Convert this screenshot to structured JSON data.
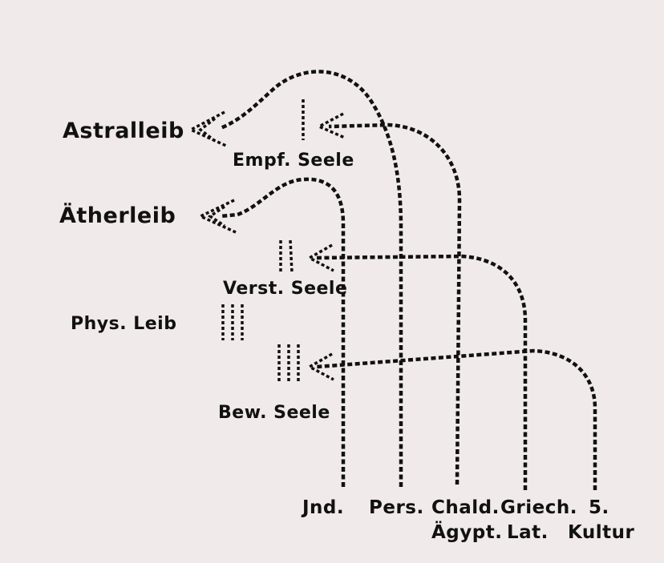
{
  "labels": {
    "astralleib": "Astralleib",
    "atherleib": "Ätherleib",
    "phys_leib": "Phys. Leib",
    "empf_seele": "Empf. Seele",
    "verst_seele": "Verst. Seele",
    "bew_seele": "Bew. Seele"
  },
  "cultures": {
    "ind": "Jnd.",
    "pers": "Pers.",
    "chald": "Chald.",
    "agypt": "Ägypt.",
    "griech": "Griech.",
    "lat": "Lat.",
    "five": "5.",
    "kultur": "Kultur"
  },
  "colors": {
    "ink": "#111111",
    "paper": "#f1eaea"
  }
}
